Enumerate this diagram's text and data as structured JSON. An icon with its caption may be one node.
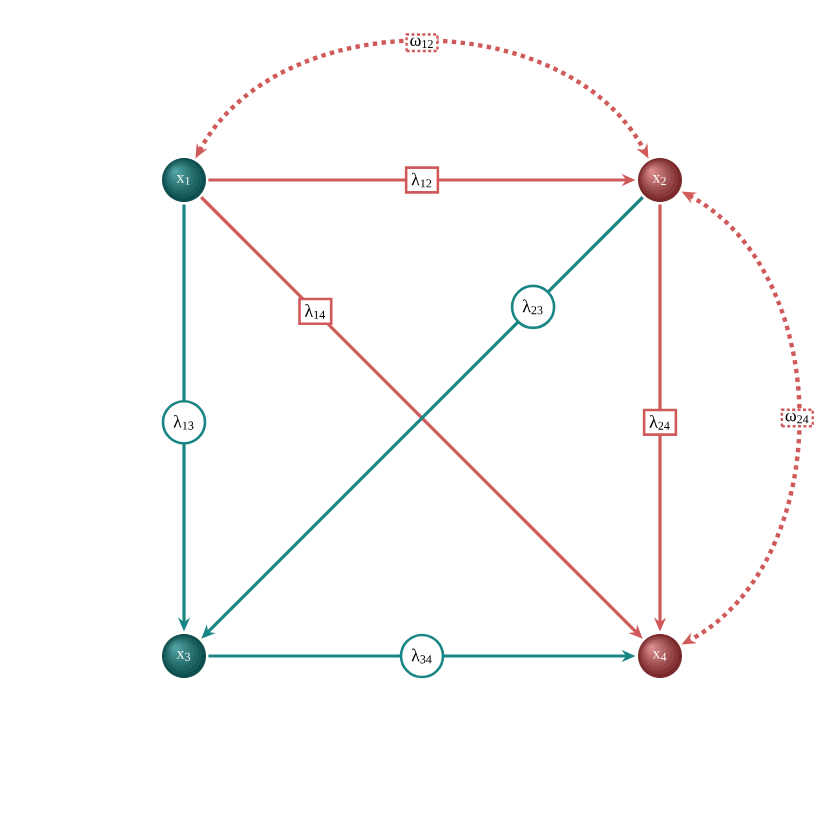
{
  "diagram": {
    "nodes": [
      {
        "text": [
          "x$_{1}$"
        ]
      },
      {
        "text": [
          "x$_{2}$"
        ]
      },
      {
        "text": [
          "x$_{3}$"
        ]
      },
      {
        "text": [
          "x$_{4}$"
        ]
      }
    ],
    "edges": [
      {
        "from": 0,
        "to": 1,
        "arrow": "to",
        "label": "λ$_{12}$"
      },
      {
        "from": 0,
        "to": 3,
        "arrow": "to",
        "label": "λ$_{14}$"
      },
      {
        "from": 1,
        "to": 2,
        "arrow": "to",
        "label": "λ$_{23}$",
        "color": "#1a8585"
      },
      {
        "from": 0,
        "to": 2,
        "arrow": "to",
        "label": "λ$_{13}$",
        "color": "#1a8585"
      },
      {
        "from": 1,
        "to": 3,
        "arrow": "to",
        "label": "λ$_{24}$"
      },
      {
        "from": 2,
        "to": 3,
        "arrow": "to",
        "label": "λ$_{34}$",
        "color": "#1a8585"
      },
      {
        "from": 0,
        "to": 1,
        "arrow": "both",
        "label": "ω$_{12}$",
        "style": "dashed"
      },
      {
        "from": 1,
        "to": 3,
        "arrow": "both",
        "label": "ω$_{24}$",
        "style": "dashed"
      }
    ]
  }
}
